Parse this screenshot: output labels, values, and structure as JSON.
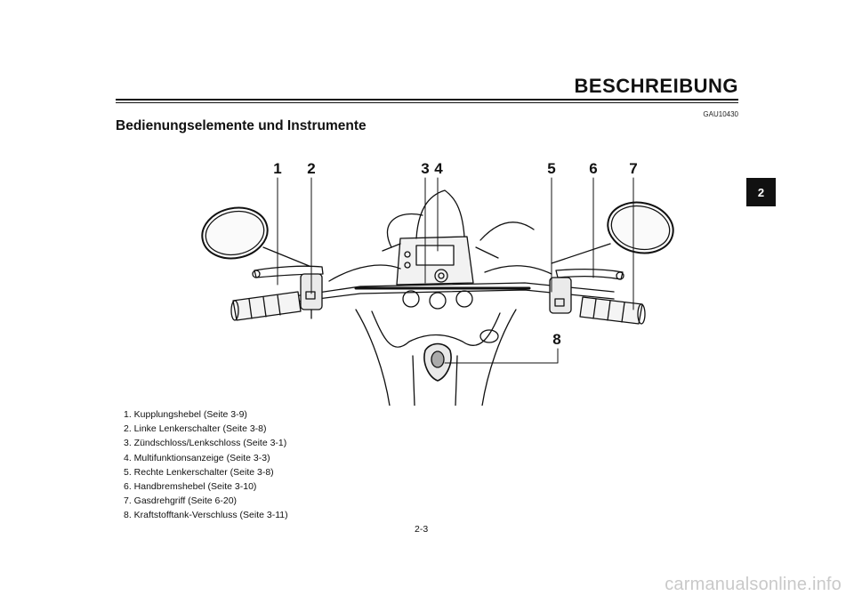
{
  "header": {
    "title": "BESCHREIBUNG",
    "code": "GAU10430"
  },
  "section": {
    "title": "Bedienungselemente und Instrumente"
  },
  "chapter_tab": "2",
  "figure": {
    "callouts": [
      "1",
      "2",
      "3",
      "4",
      "5",
      "6",
      "7",
      "8"
    ]
  },
  "legend": [
    "1.  Kupplungshebel (Seite 3-9)",
    "2.  Linke Lenkerschalter (Seite 3-8)",
    "3.  Zündschloss/Lenkschloss (Seite 3-1)",
    "4.  Multifunktionsanzeige (Seite 3-3)",
    "5.  Rechte Lenkerschalter (Seite 3-8)",
    "6.  Handbremshebel (Seite 3-10)",
    "7.  Gasdrehgriff (Seite 6-20)",
    "8.  Kraftstofftank-Verschluss (Seite 3-11)"
  ],
  "footer": {
    "page_number": "2-3",
    "watermark": "carmanualsonline.info"
  }
}
